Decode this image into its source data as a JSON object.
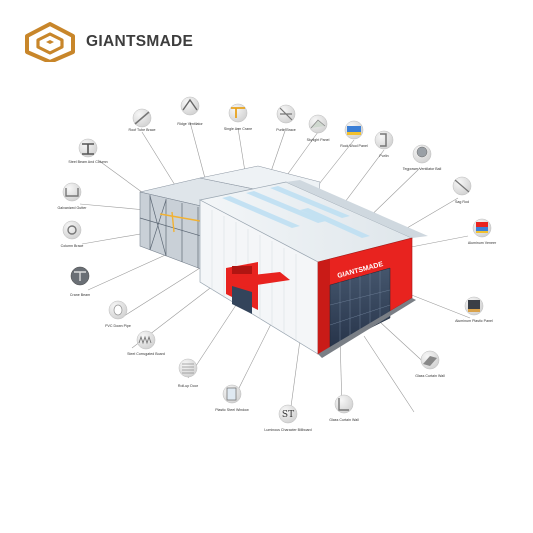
{
  "brand": {
    "name": "GIANTSMADE",
    "accent": "#c8862a",
    "text_color": "#3d3d3d"
  },
  "building": {
    "sign_text": "GIANTSMADE",
    "color_main": "#e8231f",
    "glass": "#2f3f57",
    "roof": "#e9eef2"
  },
  "components": [
    {
      "label": "Roof Tube Brace",
      "icon": "tube-brace-icon"
    },
    {
      "label": "Ridge Ventilator",
      "icon": "ridge-ventilator-icon"
    },
    {
      "label": "Single Arm Crane",
      "icon": "crane-icon"
    },
    {
      "label": "Purlin Brace",
      "icon": "purlin-brace-icon"
    },
    {
      "label": "Skylight Panel",
      "icon": "skylight-panel-icon"
    },
    {
      "label": "Rock Wool Panel",
      "icon": "rock-wool-panel-icon"
    },
    {
      "label": "Purlin",
      "icon": "purlin-icon"
    },
    {
      "label": "Tegpower Ventilator Ball",
      "icon": "ventilator-ball-icon"
    },
    {
      "label": "Steel Beam And Column",
      "icon": "steel-beam-icon"
    },
    {
      "label": "Galvanized Gutter",
      "icon": "gutter-icon"
    },
    {
      "label": "Column Brace",
      "icon": "column-brace-icon"
    },
    {
      "label": "Crane Beam",
      "icon": "crane-beam-icon"
    },
    {
      "label": "PVC Down Pipe",
      "icon": "pipe-icon"
    },
    {
      "label": "Steel Corrugated Board",
      "icon": "corrugated-board-icon"
    },
    {
      "label": "Roll-up Door",
      "icon": "rollup-door-icon"
    },
    {
      "label": "Plastic Steel Window",
      "icon": "window-icon"
    },
    {
      "label": "Luminous Character Billboard",
      "icon": "billboard-icon"
    },
    {
      "label": "Glass Curtain Wall",
      "icon": "curtain-wall-icon"
    },
    {
      "label": "Glass Curtain Wall",
      "icon": "curtain-wall-icon"
    },
    {
      "label": "Aluminum Plastic Panel",
      "icon": "aluminum-plastic-panel-icon"
    },
    {
      "label": "Aluminum Veneer",
      "icon": "aluminum-veneer-icon"
    },
    {
      "label": "Sag Rod",
      "icon": "sag-rod-icon"
    }
  ]
}
